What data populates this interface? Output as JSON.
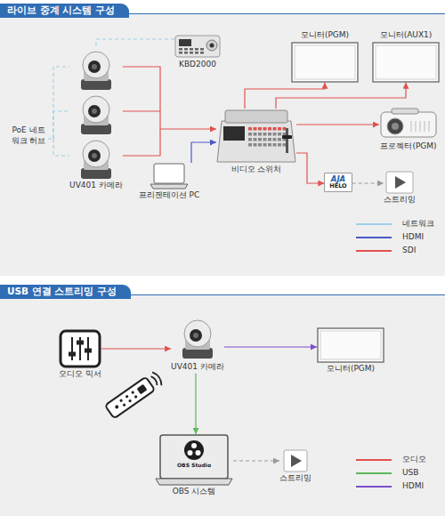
{
  "diagram": {
    "nodes": [
      {
        "text": [
          "라이브 중계 시스템 구성"
        ]
      },
      {
        "text": [
          "PoE 네트워크 허브"
        ],
        "in": 0
      },
      {
        "text": [
          "UV401 카메라"
        ],
        "in": 0
      },
      {
        "text": [
          "KBD2000"
        ],
        "in": 0
      },
      {
        "text": [
          "프리젠테이션 PC"
        ],
        "in": 0
      },
      {
        "text": [
          "비디오 스위처"
        ],
        "in": 0
      },
      {
        "text": [
          "모니터(PGM)"
        ],
        "in": 0
      },
      {
        "text": [
          "모니터(AUX1)"
        ],
        "in": 0
      },
      {
        "text": [
          "프로젝터(PGM)"
        ],
        "in": 0
      },
      {
        "text": [
          "AJA",
          "HELO"
        ],
        "in": 0
      },
      {
        "text": [
          "스트리밍"
        ],
        "in": 0
      },
      {
        "text": [
          "USB 연결 스트리밍 구성"
        ]
      },
      {
        "text": [
          "오디오 믹서"
        ],
        "in": 11
      },
      {
        "text": [
          "UV401 카메라"
        ],
        "in": 11
      },
      {
        "text": [
          "모니터(PGM)"
        ],
        "in": 11
      },
      {
        "text": [
          "OBS Studio",
          "OBS 시스템"
        ],
        "in": 11
      },
      {
        "text": [
          "스트리밍"
        ],
        "in": 11
      }
    ],
    "edges": [
      {
        "from": 1,
        "to": 2,
        "arrow": "none"
      },
      {
        "from": 3,
        "to": 2,
        "arrow": "none"
      },
      {
        "from": 2,
        "to": 5,
        "arrow": "to"
      },
      {
        "from": 4,
        "to": 5,
        "arrow": "to"
      },
      {
        "from": 5,
        "to": 6,
        "arrow": "to"
      },
      {
        "from": 5,
        "to": 7,
        "arrow": "to"
      },
      {
        "from": 5,
        "to": 8,
        "arrow": "to"
      },
      {
        "from": 5,
        "to": 9,
        "arrow": "to"
      },
      {
        "from": 9,
        "to": 10,
        "arrow": "to"
      },
      {
        "from": 12,
        "to": 13,
        "arrow": "to"
      },
      {
        "from": 13,
        "to": 14,
        "arrow": "to"
      },
      {
        "from": 13,
        "to": 15,
        "arrow": "to"
      },
      {
        "from": 15,
        "to": 16,
        "arrow": "to"
      }
    ],
    "legend": [
      {
        "text": "네트워크",
        "color": "#9fd0ea"
      },
      {
        "text": "HDMI",
        "color": "#4a5bc4"
      },
      {
        "text": "SDI",
        "color": "#e0524f"
      },
      {
        "text": "오디오",
        "color": "#e0524f"
      },
      {
        "text": "USB",
        "color": "#5cb85c"
      },
      {
        "text": "HDMI",
        "color": "#7a4fc8"
      }
    ]
  }
}
